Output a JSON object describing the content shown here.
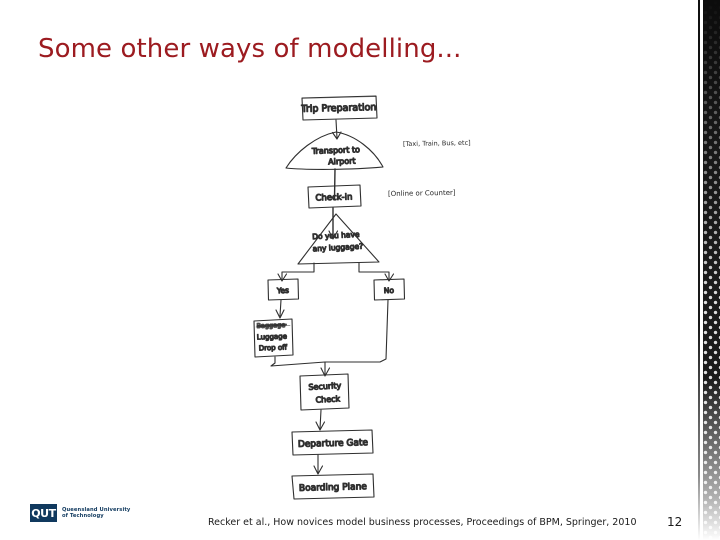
{
  "slide": {
    "title": "Some other ways of modelling...",
    "title_color": "#9C1B20",
    "page_number": "12",
    "footer_citation": "Recker et al., How novices model business processes, Proceedings of BPM, Springer, 2010"
  },
  "logo": {
    "mark_text": "QUT",
    "wordmark_line1": "Queensland University",
    "wordmark_line2": "of Technology",
    "brand_color": "#10395E"
  },
  "diagram": {
    "kind": "hand-drawn-flowchart",
    "caption": "Hand-sketched airport trip process model",
    "nodes": [
      {
        "id": "trip-preparation",
        "shape": "rectangle",
        "label": "Trip Preparation"
      },
      {
        "id": "transport-to-airport",
        "shape": "dome",
        "label_line1": "Transport to",
        "label_line2": "Airport"
      },
      {
        "id": "check-in",
        "shape": "rectangle",
        "label": "Check-in"
      },
      {
        "id": "luggage-decision",
        "shape": "triangle",
        "label_line1": "Do you have",
        "label_line2": "any luggage?"
      },
      {
        "id": "branch-yes",
        "shape": "rectangle",
        "label": "Yes"
      },
      {
        "id": "branch-no",
        "shape": "rectangle",
        "label": "No"
      },
      {
        "id": "luggage-drop-off",
        "shape": "rectangle",
        "struck_label": "Baggage",
        "label_line1": "Luggage",
        "label_line2": "Drop off"
      },
      {
        "id": "security-check",
        "shape": "rectangle",
        "label_line1": "Security",
        "label_line2": "Check"
      },
      {
        "id": "departure-gate",
        "shape": "rectangle",
        "label": "Departure Gate"
      },
      {
        "id": "boarding-plane",
        "shape": "rectangle",
        "label": "Boarding Plane"
      }
    ],
    "annotations": [
      {
        "id": "transport-options",
        "text": "[Taxi, Train, Bus, etc]"
      },
      {
        "id": "checkin-options",
        "text": "[Online or Counter]"
      }
    ]
  }
}
